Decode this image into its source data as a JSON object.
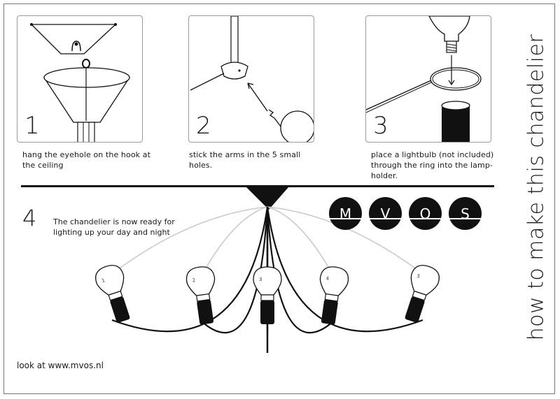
{
  "steps": [
    {
      "number": "1",
      "caption": "hang the eyehole on the hook at the ceiling"
    },
    {
      "number": "2",
      "caption": "stick the arms in the 5 small holes."
    },
    {
      "number": "3",
      "caption": "place a lightbulb (not included) through the ring into the lamp-holder."
    }
  ],
  "step4": {
    "number": "4",
    "text": "The chandelier is now ready for lighting up your day and night"
  },
  "logo": [
    "M",
    "V",
    "O",
    "S"
  ],
  "title": "how to make this chandelier",
  "footer": "look at www.mvos.nl",
  "bulb_labels": [
    "1",
    "2",
    "3",
    "4",
    "5"
  ]
}
